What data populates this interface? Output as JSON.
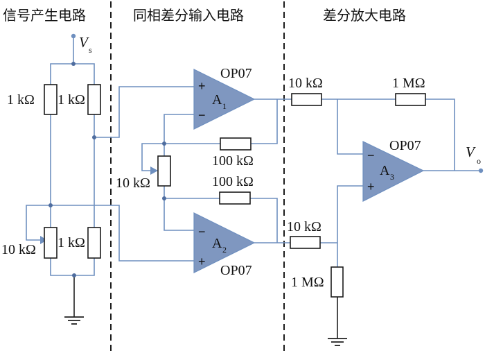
{
  "sections": [
    {
      "title": "信号产生电路"
    },
    {
      "title": "同相差分输入电路"
    },
    {
      "title": "差分放大电路"
    }
  ],
  "terminals": {
    "supply": {
      "symbol": "V",
      "sub": "s"
    },
    "output": {
      "symbol": "V",
      "sub": "o"
    }
  },
  "signal_circuit": {
    "r_top_left": "1 kΩ",
    "r_top_right": "1 kΩ",
    "pot_bottom_left": "10 kΩ",
    "r_bottom_right": "1 kΩ"
  },
  "input_stage": {
    "a1": {
      "name": "A",
      "sub": "1",
      "part": "OP07",
      "plus": "+",
      "minus": "−"
    },
    "a2": {
      "name": "A",
      "sub": "2",
      "part": "OP07",
      "plus": "+",
      "minus": "−"
    },
    "pot_gain": "10 kΩ",
    "r_feedback_top": "100 kΩ",
    "r_feedback_bottom": "100 kΩ"
  },
  "diff_stage": {
    "a3": {
      "name": "A",
      "sub": "3",
      "part": "OP07",
      "plus": "+",
      "minus": "−"
    },
    "r_in_top": "10 kΩ",
    "r_feedback": "1 MΩ",
    "r_in_bottom": "10 kΩ",
    "r_ground": "1 MΩ"
  }
}
